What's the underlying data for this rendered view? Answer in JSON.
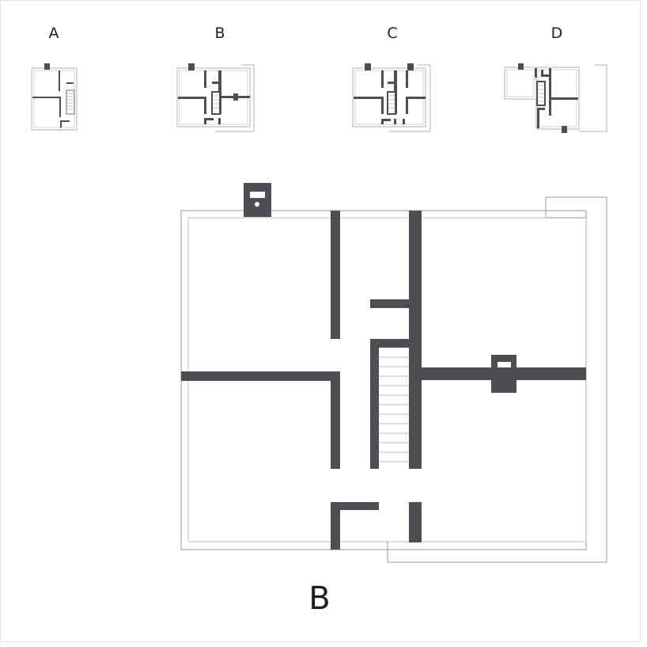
{
  "labels": {
    "plan_a": "A",
    "plan_b": "B",
    "plan_c": "C",
    "plan_d": "D",
    "main_plan": "B"
  },
  "colors": {
    "wall": "#4d4e53",
    "outline": "#9a9a9a",
    "frame": "#e2e2e2",
    "text": "#1f1f1f"
  }
}
